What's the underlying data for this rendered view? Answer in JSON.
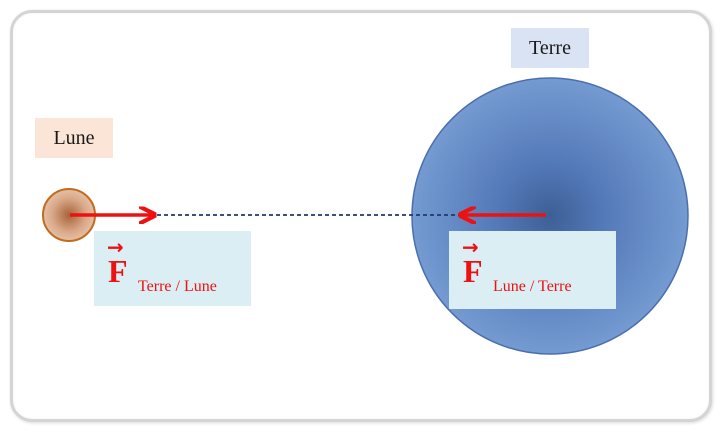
{
  "labels": {
    "moon": "Lune",
    "earth": "Terre"
  },
  "forces": {
    "earth_on_moon": {
      "symbol": "F",
      "arrow": "→",
      "subscript": "Terre / Lune"
    },
    "moon_on_earth": {
      "symbol": "F",
      "arrow": "→",
      "subscript": "Lune / Terre"
    }
  },
  "colors": {
    "force": "#ee1111",
    "earth": "#5a7fbf",
    "moon": "#c07a3c",
    "link_line": "#1f3a6e"
  }
}
